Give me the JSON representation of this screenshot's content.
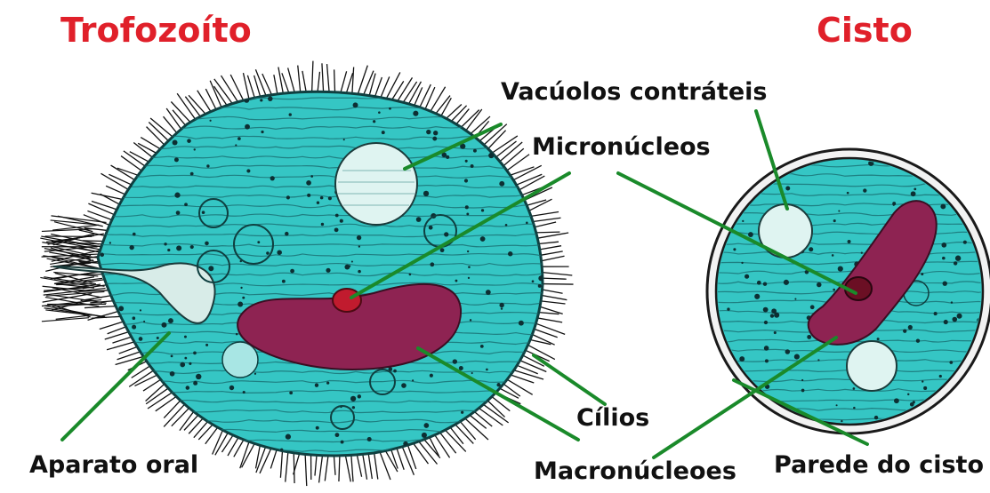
{
  "titles": {
    "trophozoite": "Trofozoíto",
    "cyst": "Cisto"
  },
  "labels": {
    "contractile_vacuoles": "Vacúolos contráteis",
    "micronuclei": "Micronúcleos",
    "cilia": "Cílios",
    "oral_apparatus": "Aparato oral",
    "macronuclei": "Macronúcleoes",
    "cyst_wall": "Parede do cisto"
  },
  "colors": {
    "title": "#e0202a",
    "cytoplasm": "#35c6c4",
    "macronucleus": "#8e2352",
    "micronucleus": "#c11b2e",
    "vacuole": "#dff4f1",
    "pointer_line": "#1a8a2a",
    "cilia": "#111111"
  }
}
